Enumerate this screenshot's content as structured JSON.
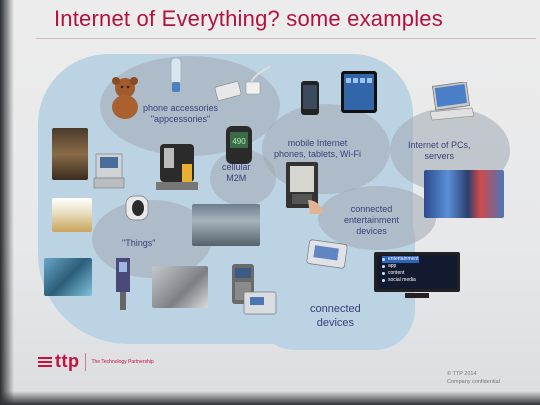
{
  "slide": {
    "title": "Internet of Everything? some examples"
  },
  "labels": {
    "phone_accessories": "phone accessories",
    "appcessories": "\"appcessories\"",
    "cellular": "cellular",
    "m2m": "M2M",
    "mobile_internet": "mobile Internet",
    "mobile_devices": "phones, tablets, Wi-Fi",
    "internet_pcs": "Internet of PCs,",
    "servers": "servers",
    "connected": "connected",
    "entertainment": "entertainment",
    "devices": "devices",
    "things": "\"Things\"",
    "connected_devices_1": "connected",
    "connected_devices_2": "devices"
  },
  "tv_menu": {
    "items": [
      "entertainment",
      "app",
      "content",
      "social media"
    ],
    "active_index": 0
  },
  "phone_display": "490",
  "footer": {
    "logo": "ttp",
    "tagline": "The Technology Partnership",
    "copyright": "© TTP 2014",
    "confidential": "Company confidential"
  },
  "colors": {
    "title": "#b3123e",
    "brand": "#c8103e",
    "group_area": "#bcd3e3",
    "bubble": "#a0aab2",
    "label": "#3a3f7a"
  }
}
